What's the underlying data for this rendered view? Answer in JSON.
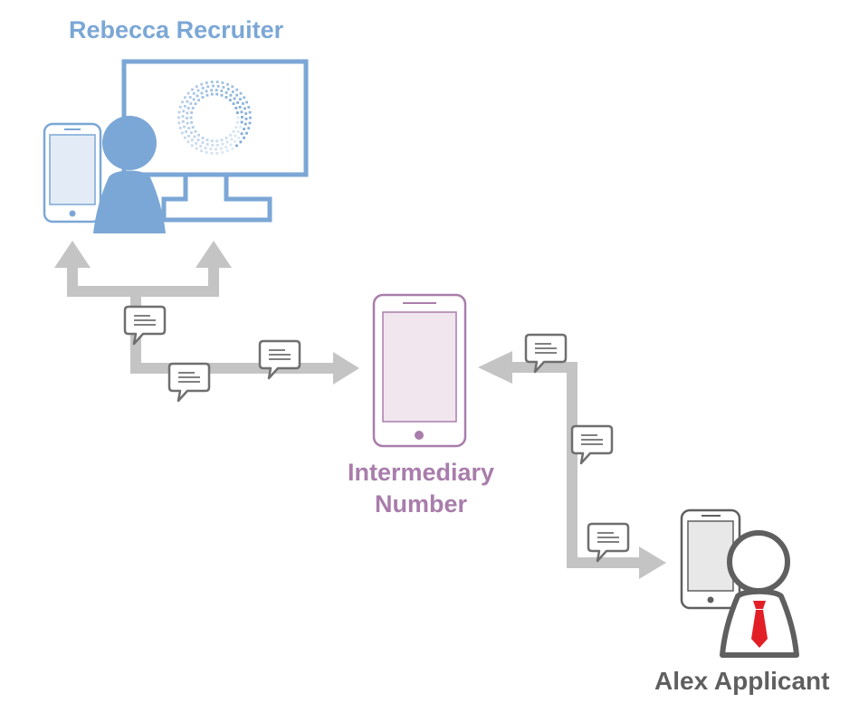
{
  "labels": {
    "recruiter": "Rebecca Recruiter",
    "intermediary_line1": "Intermediary",
    "intermediary_line2": "Number",
    "applicant": "Alex Applicant"
  },
  "colors": {
    "recruiter_blue": "#7ba7d6",
    "intermediary_purple": "#a87dab",
    "intermediary_screen": "#f1e6ee",
    "applicant_gray": "#5f5f5f",
    "arrow_gray": "#c4c4c4",
    "tie_red": "#e21f26"
  },
  "icons": [
    "monitor-icon",
    "spinner-icon",
    "smartphone-icon",
    "person-icon",
    "message-bubble-icon",
    "arrow-icon",
    "necktie-icon"
  ]
}
